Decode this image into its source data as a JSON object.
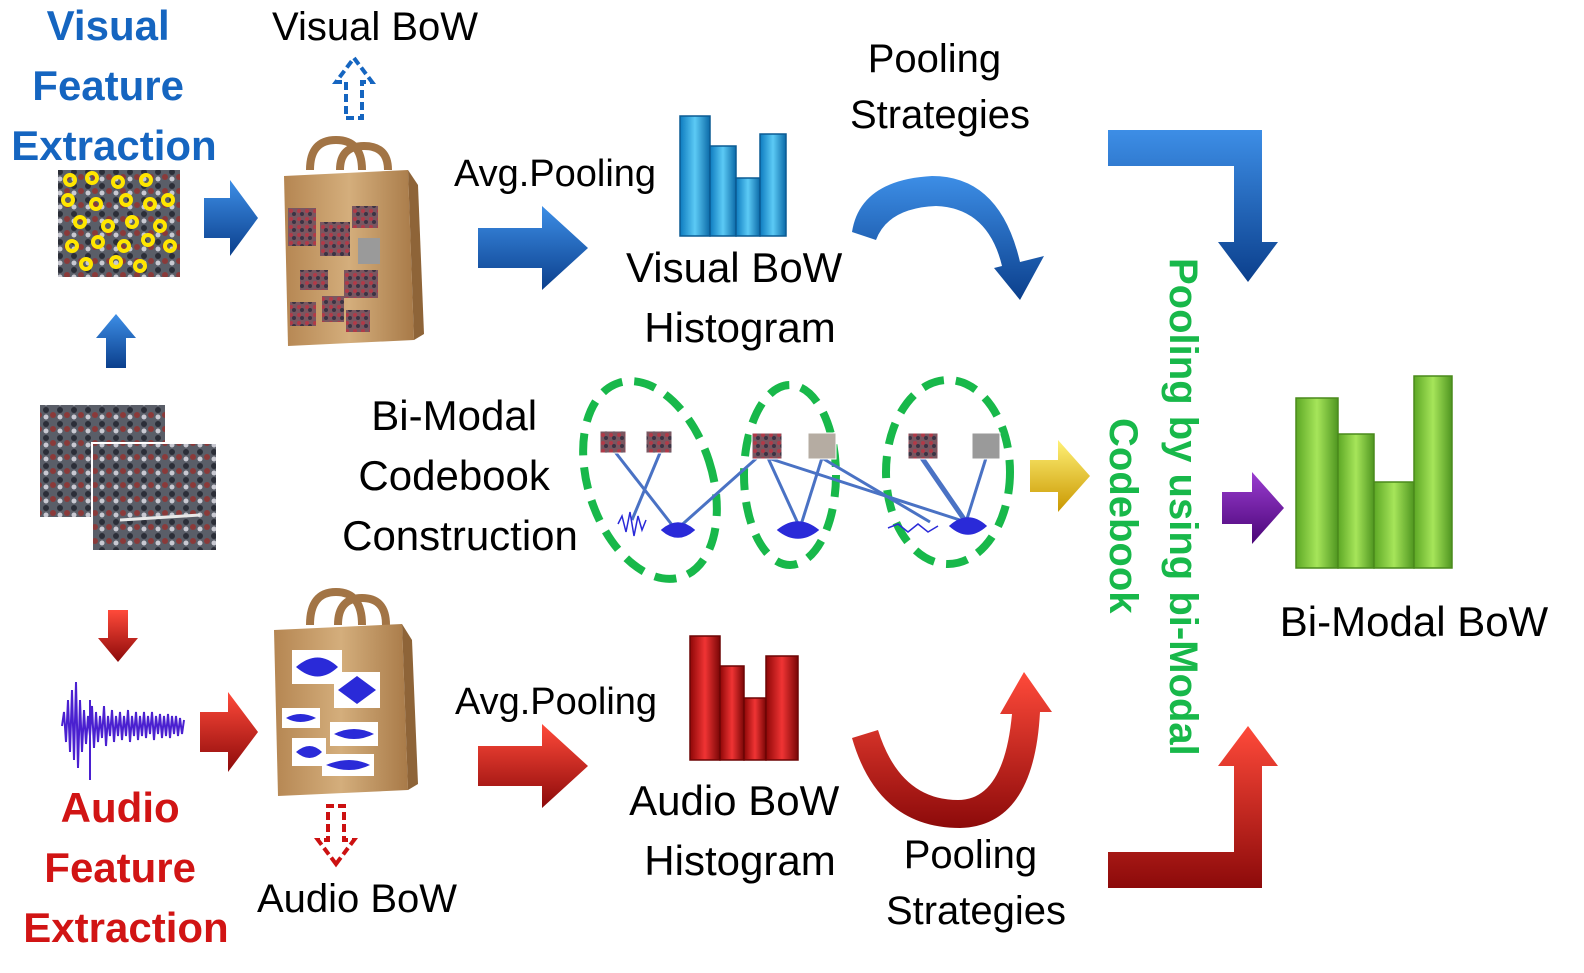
{
  "colors": {
    "visual": "#1565c0",
    "audio": "#d11414",
    "green": "#18b84a",
    "bar_green": "#7fcc3a",
    "bar_blue": "#2aa0de",
    "bar_red": "#cc1111",
    "yellow": "#f2c200",
    "purple": "#6a0a9a",
    "bag": "#c79e6a",
    "wave": "#4a20d0"
  },
  "labels": {
    "visual_extraction": [
      "Visual",
      "Feature",
      "Extraction"
    ],
    "audio_extraction": [
      "Audio",
      "Feature",
      "Extraction"
    ],
    "visual_bow_top": "Visual BoW",
    "audio_bow_bottom": "Audio BoW",
    "avg_pooling_visual": "Avg.Pooling",
    "avg_pooling_audio": "Avg.Pooling",
    "visual_hist": [
      "Visual BoW",
      "Histogram"
    ],
    "audio_hist": [
      "Audio BoW",
      "Histogram"
    ],
    "pooling_top": [
      "Pooling",
      "Strategies"
    ],
    "pooling_bottom": [
      "Pooling",
      "Strategies"
    ],
    "bimodal_codebook": [
      "Bi-Modal",
      "Codebook",
      "Construction"
    ],
    "vertical_text_1": "Pooling by using bi-Modal",
    "vertical_text_2": "Codebook",
    "bimodal_bow": "Bi-Modal BoW"
  },
  "icons": [
    "crowd-frames-image",
    "keypoints-image",
    "audio-waveform-image",
    "visual-bag-icon",
    "audio-bag-icon",
    "visual-histogram-icon",
    "audio-histogram-icon",
    "bimodal-histogram-icon",
    "codeword-cluster-icon",
    "arrow-icon",
    "curved-arrow-icon"
  ]
}
